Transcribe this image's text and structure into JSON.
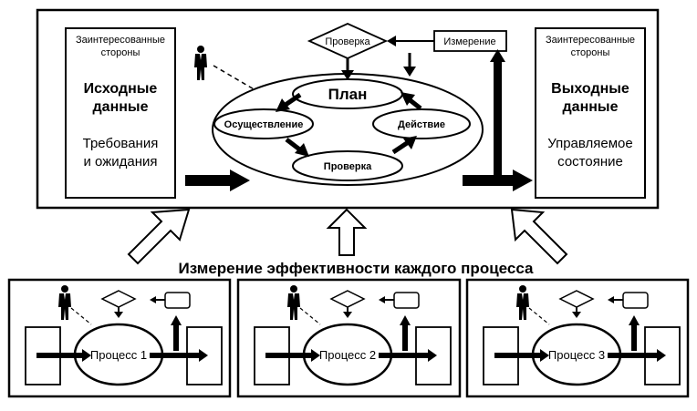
{
  "left_panel": {
    "stakeholders": [
      "Заинтересованные",
      "стороны"
    ],
    "heading": [
      "Исходные",
      "данные"
    ],
    "body": [
      "Требования",
      "и ожидания"
    ]
  },
  "right_panel": {
    "stakeholders": [
      "Заинтересованные",
      "стороны"
    ],
    "heading": [
      "Выходные",
      "данные"
    ],
    "body": [
      "Управляемое",
      "состояние"
    ]
  },
  "cycle": {
    "check_diamond": "Проверка",
    "measurement_box": "Измерение",
    "plan": "План",
    "do": "Осуществление",
    "act": "Действие",
    "check": "Проверка"
  },
  "caption": "Измерение эффективности каждого процесса",
  "processes": [
    {
      "label": "Процесс 1"
    },
    {
      "label": "Процесс 2"
    },
    {
      "label": "Процесс 3"
    }
  ]
}
